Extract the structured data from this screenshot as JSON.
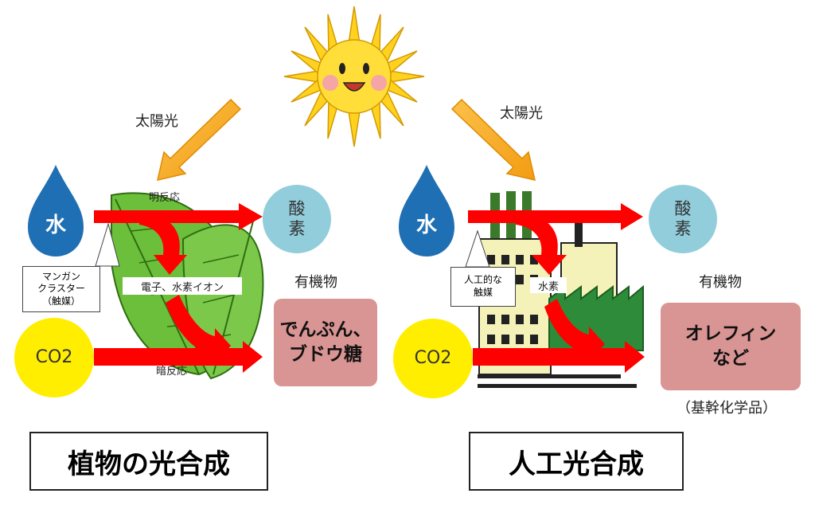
{
  "sunlight_label_left": "太陽光",
  "sunlight_label_right": "太陽光",
  "plant": {
    "water": "水",
    "light_reaction": "明反応",
    "oxygen": "酸\n素",
    "catalyst": "マンガン\nクラスター\n（触媒）",
    "electron_ions": "電子、水素イオン",
    "organic_label": "有機物",
    "product": "でんぷん、\nブドウ糖",
    "co2": "CO2",
    "dark_reaction": "暗反応",
    "title": "植物の光合成"
  },
  "artificial": {
    "water": "水",
    "oxygen": "酸\n素",
    "catalyst": "人工的な\n触媒",
    "hydrogen": "水素",
    "organic_label": "有機物",
    "product": "オレフィン\nなど",
    "co2": "CO2",
    "chemicals_note": "（基幹化学品）",
    "title": "人工光合成"
  },
  "colors": {
    "arrow_red": "#ff0000",
    "arrow_orange": "#f7a21b",
    "oxygen_circle": "#92cddc",
    "co2_circle": "#ffee00",
    "product_box": "#d99594",
    "water_drop": "#1f6fb4",
    "leaf": "#6cbf3a",
    "sun": "#ffd21f"
  },
  "icons": [
    "sun-icon",
    "water-drop-icon",
    "leaf-icon",
    "factory-icon"
  ]
}
